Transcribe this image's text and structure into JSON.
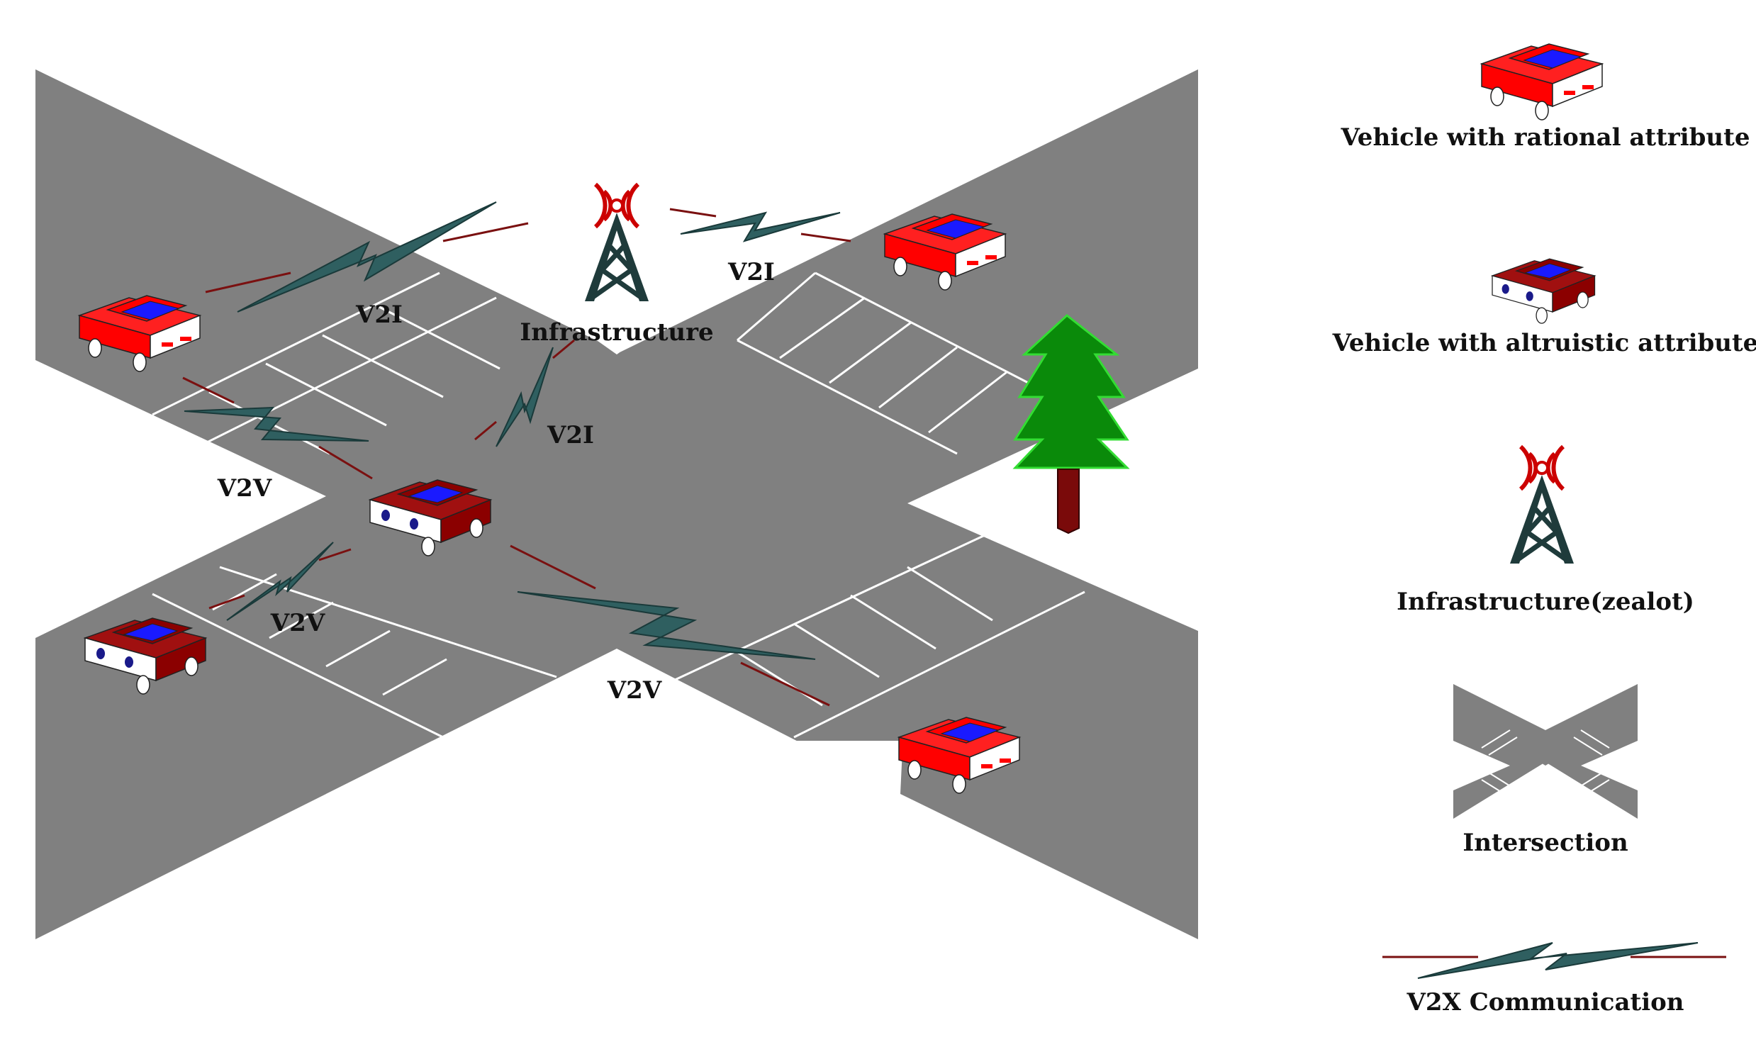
{
  "diagram": {
    "labels": {
      "infrastructure": "Infrastructure",
      "v2i_left": "V2I",
      "v2i_right": "V2I",
      "v2i_center": "V2I",
      "v2v_left": "V2V",
      "v2v_lower_left": "V2V",
      "v2v_bottom": "V2V"
    }
  },
  "legend": {
    "rational_vehicle": "Vehicle with rational attribute",
    "altruistic_vehicle": "Vehicle with altruistic attribute",
    "infrastructure": "Infrastructure(zealot)",
    "intersection": "Intersection",
    "communication": "V2X Communication"
  },
  "colors": {
    "road": "#808080",
    "crosswalk": "#ffffff",
    "rational_vehicle": "#ff0000",
    "altruistic_vehicle": "#8b0000",
    "vehicle_roof": "#1a1aff",
    "tower": "#1f3b3b",
    "signal": "#cc0000",
    "bolt": "#2f5f60",
    "link_line": "#7a1010",
    "tree": "#0a8a0a",
    "trunk": "#7a0a0a"
  },
  "icons": [
    "car-rational-icon",
    "car-altruistic-icon",
    "tower-icon",
    "tree-icon",
    "bolt-icon",
    "intersection-icon"
  ]
}
